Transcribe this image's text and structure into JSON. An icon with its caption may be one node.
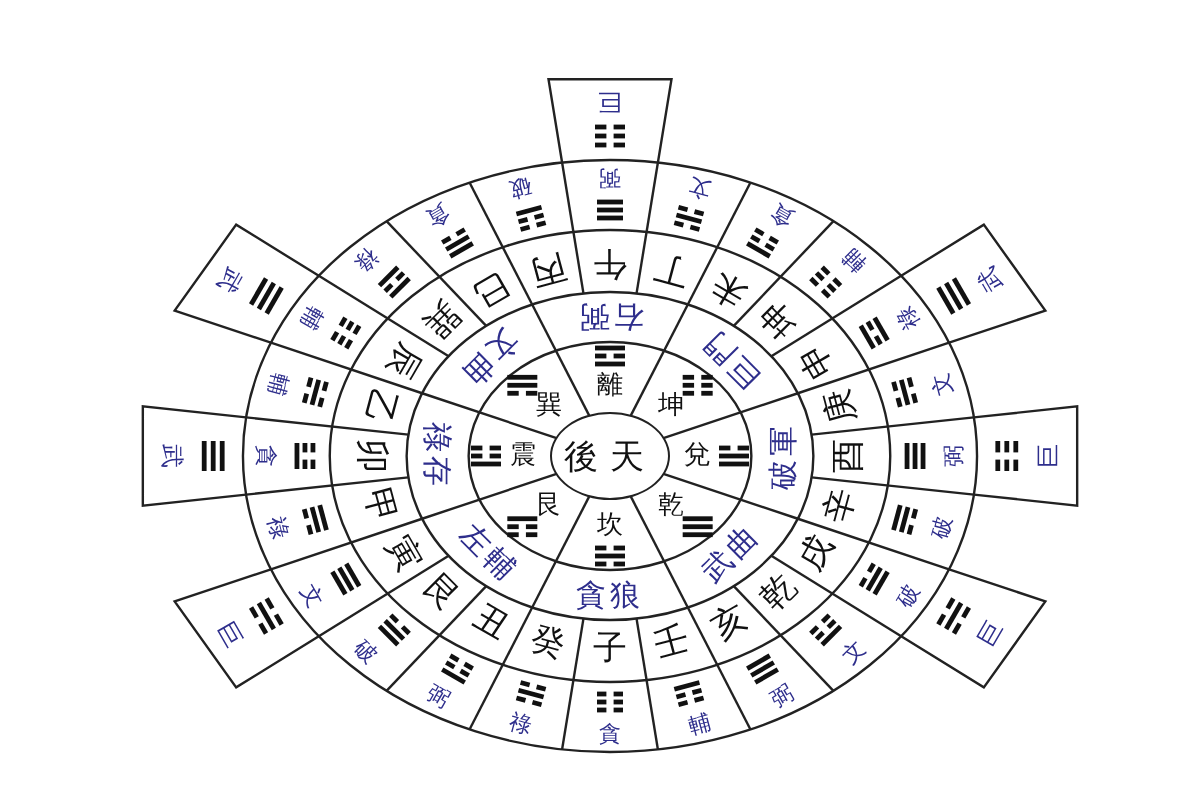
{
  "diagram": {
    "nodes": [
      {
        "text": [
          "後天"
        ]
      }
    ],
    "labels": [
      "離",
      "坤",
      "兌",
      "乾",
      "坎",
      "艮",
      "震",
      "巽",
      "右弼",
      "巨門",
      "破軍",
      "武曲",
      "貪狼",
      "左輔",
      "祿存",
      "文曲",
      "午",
      "丁",
      "未",
      "坤",
      "申",
      "庚",
      "酉",
      "辛",
      "戌",
      "乾",
      "亥",
      "壬",
      "子",
      "癸",
      "丑",
      "艮",
      "寅",
      "甲",
      "卯",
      "乙",
      "辰",
      "巽",
      "巳",
      "丙",
      "弼",
      "文",
      "貪",
      "輔",
      "祿",
      "文",
      "弼",
      "破",
      "破",
      "文",
      "弼",
      "輔",
      "貪",
      "祿",
      "弼",
      "破",
      "文",
      "祿",
      "貪",
      "輔",
      "輔",
      "祿",
      "貪",
      "破",
      "巨",
      "武",
      "巨",
      "巨",
      "巨",
      "武",
      "武"
    ]
  }
}
